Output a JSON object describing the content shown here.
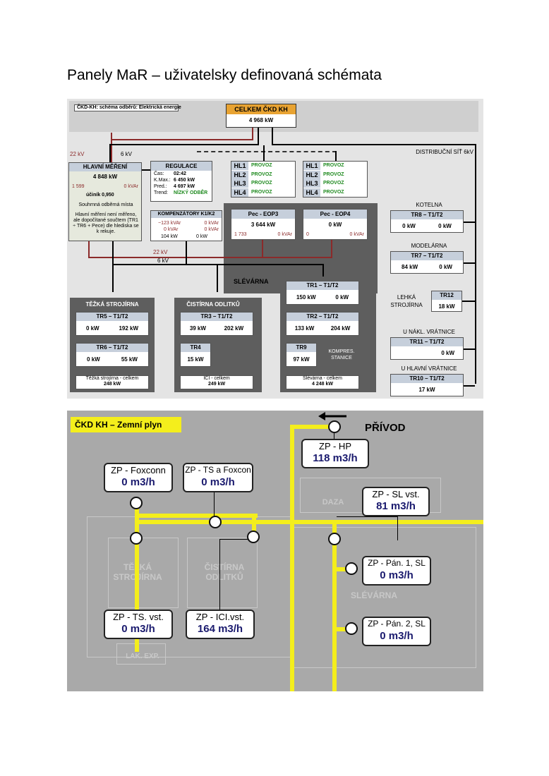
{
  "page_title": "Panely MaR – uživatelsky definovaná schémata",
  "electric": {
    "caption": "ČKD-KH: schéma odběrů: Elektrická energie",
    "total": {
      "title": "CELKEM ČKD KH",
      "value": "4 968 kW"
    },
    "v22_top": "22 kV",
    "v6_top": "6 kV",
    "dist_label": "DISTRIBUČNÍ SÍŤ 6kV",
    "main_meter": {
      "title": "HLAVNÍ MĚŘENÍ",
      "value": "4 848 kW",
      "left_small": "1 599",
      "right_small": "0 kVAr",
      "cos": "účiník 0,950",
      "note_title": "Souhrnná odběrná místa",
      "note_text": "Hlavní měření není měřeno, ale dopočítané součtem (TR1 ÷ TR6 + Pece) dle hlediska se k rekuje."
    },
    "regulation": {
      "title": "REGULACE",
      "rows": [
        {
          "k": "Čas:",
          "v": "02:42"
        },
        {
          "k": "K.Max.:",
          "v": "6 450 kW"
        },
        {
          "k": "Pred.:",
          "v": "4 697 kW"
        },
        {
          "k": "Trend:",
          "v": "NÍZKÝ ODBĚR"
        }
      ]
    },
    "hl_groups": [
      {
        "rows": [
          {
            "k": "HL1",
            "v": "PROVOZ"
          },
          {
            "k": "HL2",
            "v": "PROVOZ"
          },
          {
            "k": "HL3",
            "v": "PROVOZ"
          },
          {
            "k": "HL4",
            "v": "PROVOZ"
          }
        ]
      },
      {
        "rows": [
          {
            "k": "HL1",
            "v": "PROVOZ"
          },
          {
            "k": "HL2",
            "v": "PROVOZ"
          },
          {
            "k": "HL3",
            "v": "PROVOZ"
          },
          {
            "k": "HL4",
            "v": "PROVOZ"
          }
        ]
      }
    ],
    "compensators": {
      "title": "KOMPENZÁTORY K1/K2",
      "a1": "−123 kVAr",
      "a2": "0 kVAr",
      "b1": "0 kVAr",
      "b2": "0 kVAr",
      "c1": "104 kW",
      "c2": "0 kW"
    },
    "furnace1": {
      "title": "Pec - EOP3",
      "value": "3 644 kW",
      "l": "1 733",
      "r": "0 kVAr"
    },
    "furnace2": {
      "title": "Pec - EOP4",
      "value": "0 kW",
      "l": "0",
      "r": "0 kVAr"
    },
    "v22_mid": "22 kV",
    "v6_mid": "6 kV",
    "slevarna_label": "SLÉVÁRNA",
    "heavy": {
      "title": "TĚŽKÁ STROJÍRNA",
      "tr5": {
        "name": "TR5 – T1/T2",
        "a": "0 kW",
        "b": "192 kW"
      },
      "tr6": {
        "name": "TR6 – T1/T2",
        "a": "0 kW",
        "b": "55 kW"
      },
      "sum": "Těžká strojírna - celkem",
      "sum_val": "248 kW"
    },
    "cleaning": {
      "title": "ČISTÍRNA ODLITKŮ",
      "tr3": {
        "name": "TR3 – T1/T2",
        "a": "39 kW",
        "b": "202 kW"
      },
      "tr4": {
        "name": "TR4",
        "a": "15 kW"
      },
      "sum": "ICI - celkem",
      "sum_val": "249 kW"
    },
    "foundry": {
      "tr1": {
        "name": "TR1 – T1/T2",
        "a": "150 kW",
        "b": "0 kW"
      },
      "tr2": {
        "name": "TR2 – T1/T2",
        "a": "133 kW",
        "b": "204 kW"
      },
      "tr9": {
        "name": "TR9",
        "a": "97 kW"
      },
      "kompres": "KOMPRES. STANICE",
      "sum": "Slévárna - celkem",
      "sum_val": "4 248 kW"
    },
    "right": [
      {
        "label": "KOTELNA",
        "name": "TR8 – T1/T2",
        "a": "0 kW",
        "b": "0 kW"
      },
      {
        "label": "MODELÁRNA",
        "name": "TR7 – T1/T2",
        "a": "84 kW",
        "b": "0 kW"
      },
      {
        "label": "LEHKÁ STROJÍRNA",
        "name": "TR12",
        "a": "18 kW"
      },
      {
        "label": "U NÁKL. VRÁTNICE",
        "name": "TR11 – T1/T2",
        "a": "0 kW"
      },
      {
        "label": "U HLAVNÍ VRÁTNICE",
        "name": "TR10 – T1/T2",
        "a": "17 kW"
      }
    ]
  },
  "gas": {
    "title": "ČKD KH – Zemní plyn",
    "inlet": "PŘÍVOD",
    "boxes": {
      "hp": {
        "name": "ZP - HP",
        "value": "118 m3/h"
      },
      "foxconn": {
        "name": "ZP - Foxconn",
        "value": "0 m3/h"
      },
      "ts_foxcon": {
        "name": "ZP - TS a Foxcon",
        "value": "0 m3/h"
      },
      "sl_vst": {
        "name": "ZP - SL vst.",
        "value": "81 m3/h"
      },
      "pan1": {
        "name": "ZP - Pán. 1, SL",
        "value": "0 m3/h"
      },
      "pan2": {
        "name": "ZP - Pán. 2, SL",
        "value": "0 m3/h"
      },
      "ts_vst": {
        "name": "ZP - TS. vst.",
        "value": "0 m3/h"
      },
      "ici_vst": {
        "name": "ZP - ICI.vst.",
        "value": "164 m3/h"
      }
    },
    "bg_labels": {
      "a": "TĚŽKÁ STROJÍRNA",
      "b": "ČISTÍRNA ODLITKŮ",
      "c": "SLÉVÁRNA",
      "d": "LAK. EXP.",
      "e": "DAZA"
    }
  }
}
